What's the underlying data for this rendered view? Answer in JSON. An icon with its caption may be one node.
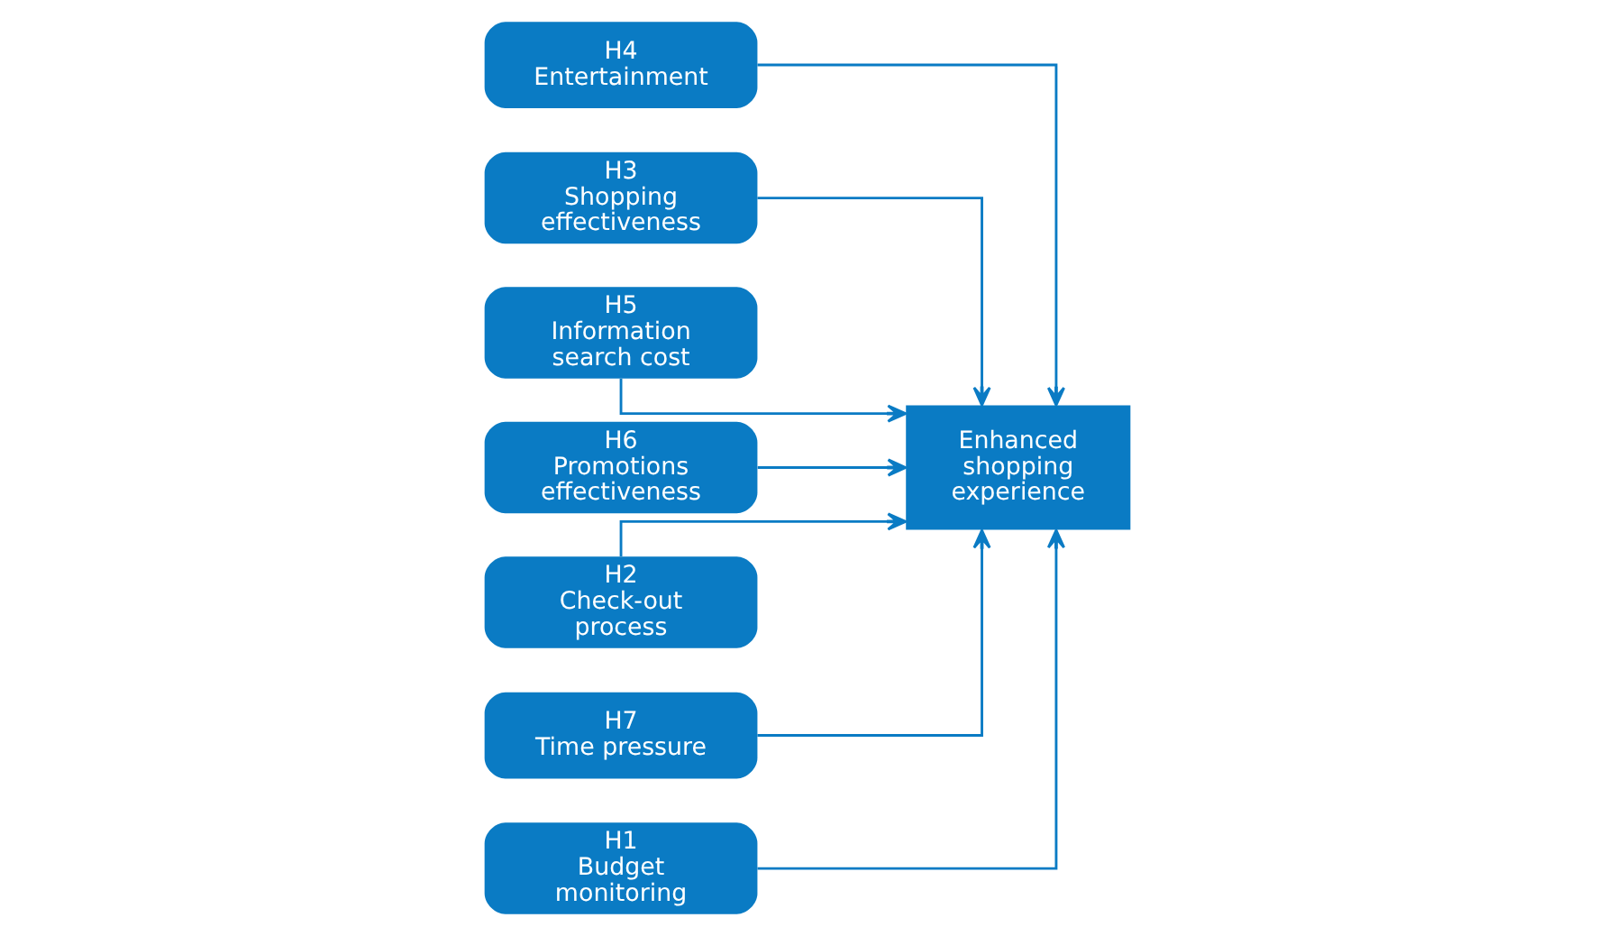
{
  "diagram": {
    "nodes": [
      {
        "text": [
          "H4",
          "Entertainment"
        ]
      },
      {
        "text": [
          "H3",
          "Shopping effectiveness"
        ]
      },
      {
        "text": [
          "H5",
          "Information search cost"
        ]
      },
      {
        "text": [
          "H6",
          "Promotions effectiveness"
        ]
      },
      {
        "text": [
          "Enhanced shopping experience"
        ]
      },
      {
        "text": [
          "H2",
          "Check-out process"
        ]
      },
      {
        "text": [
          "H7",
          "Time pressure"
        ]
      },
      {
        "text": [
          "H1",
          "Budget monitoring"
        ]
      }
    ],
    "edges": [
      {
        "from": 0,
        "to": 4,
        "arrow": "to"
      },
      {
        "from": 1,
        "to": 4,
        "arrow": "to"
      },
      {
        "from": 2,
        "to": 4,
        "arrow": "to"
      },
      {
        "from": 3,
        "to": 4,
        "arrow": "to"
      },
      {
        "from": 5,
        "to": 4,
        "arrow": "to"
      },
      {
        "from": 6,
        "to": 4,
        "arrow": "to"
      },
      {
        "from": 7,
        "to": 4,
        "arrow": "to"
      }
    ]
  }
}
